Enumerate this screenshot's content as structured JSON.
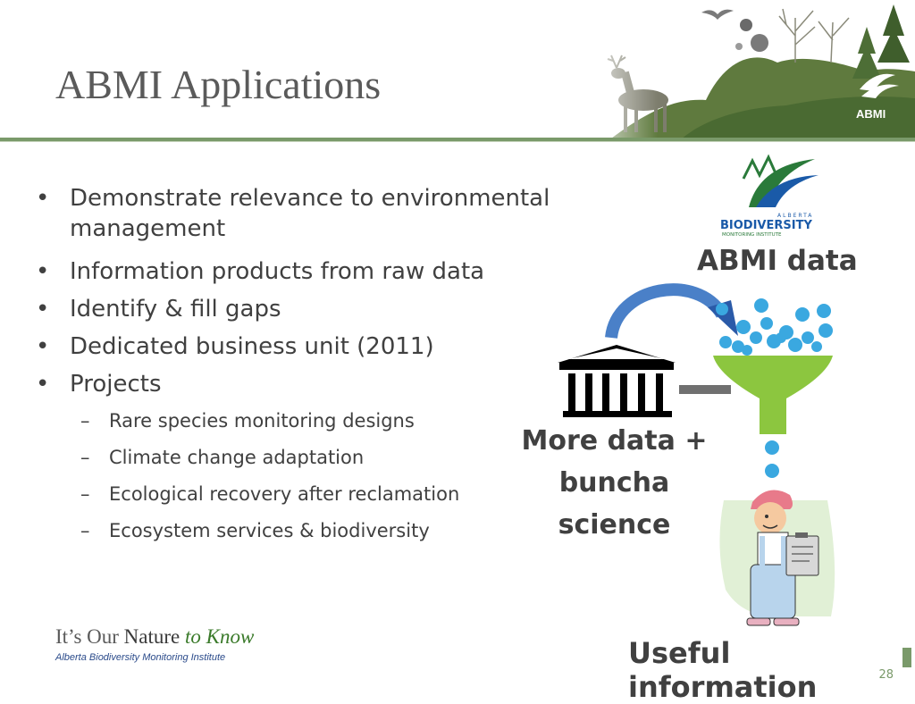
{
  "slide": {
    "title": "ABMI Applications",
    "bullets": [
      "Demonstrate relevance to environmental management",
      "Information products from raw data",
      "Identify & fill gaps",
      "Dedicated business unit (2011)",
      "Projects"
    ],
    "sub_bullets": [
      "Rare species monitoring designs",
      "Climate change adaptation",
      "Ecological recovery after reclamation",
      "Ecosystem services & biodiversity"
    ],
    "diagram": {
      "top_label": "ABMI data",
      "middle_label_line1": "More data +",
      "middle_label_line2": "buncha science",
      "bottom_label": "Useful information"
    },
    "logo": {
      "banner_text": "ABMI",
      "alberta": "ALBERTA",
      "biodiversity": "BIODIVERSITY",
      "monitoring": "MONITORING INSTITUTE"
    },
    "footer": {
      "tagline_a": "It’s Our ",
      "tagline_b": "Nature",
      "tagline_c": " to Know",
      "org": "Alberta Biodiversity Monitoring Institute"
    },
    "page_number": "28",
    "colors": {
      "accent_green": "#7a9a6a",
      "funnel_green": "#8cc63f",
      "dot_blue": "#3aa8e0",
      "arrow_blue": "#4a80c8"
    }
  }
}
